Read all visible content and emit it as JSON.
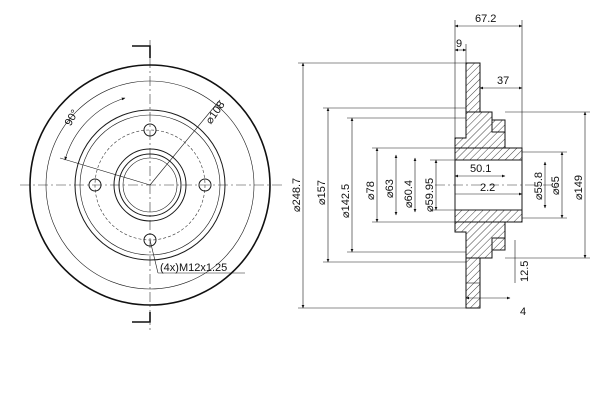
{
  "front_view": {
    "angle_label": "90°",
    "pcd_label": "108",
    "thread_label": "(4x)M12x1.25"
  },
  "section_view": {
    "dims": {
      "total_width": "67.2",
      "flange_offset": "9",
      "hub_depth": "37",
      "disc_dia": "248.7",
      "d157": "157",
      "d142": "142.5",
      "d78": "78",
      "d63": "63",
      "d604": "60.4",
      "d5995": "59.95",
      "inner_depth": "50.1",
      "gap": "2.2",
      "d558": "55.8",
      "d65": "65",
      "d149": "149",
      "thickness": "12.5",
      "min_thickness": "4"
    }
  }
}
